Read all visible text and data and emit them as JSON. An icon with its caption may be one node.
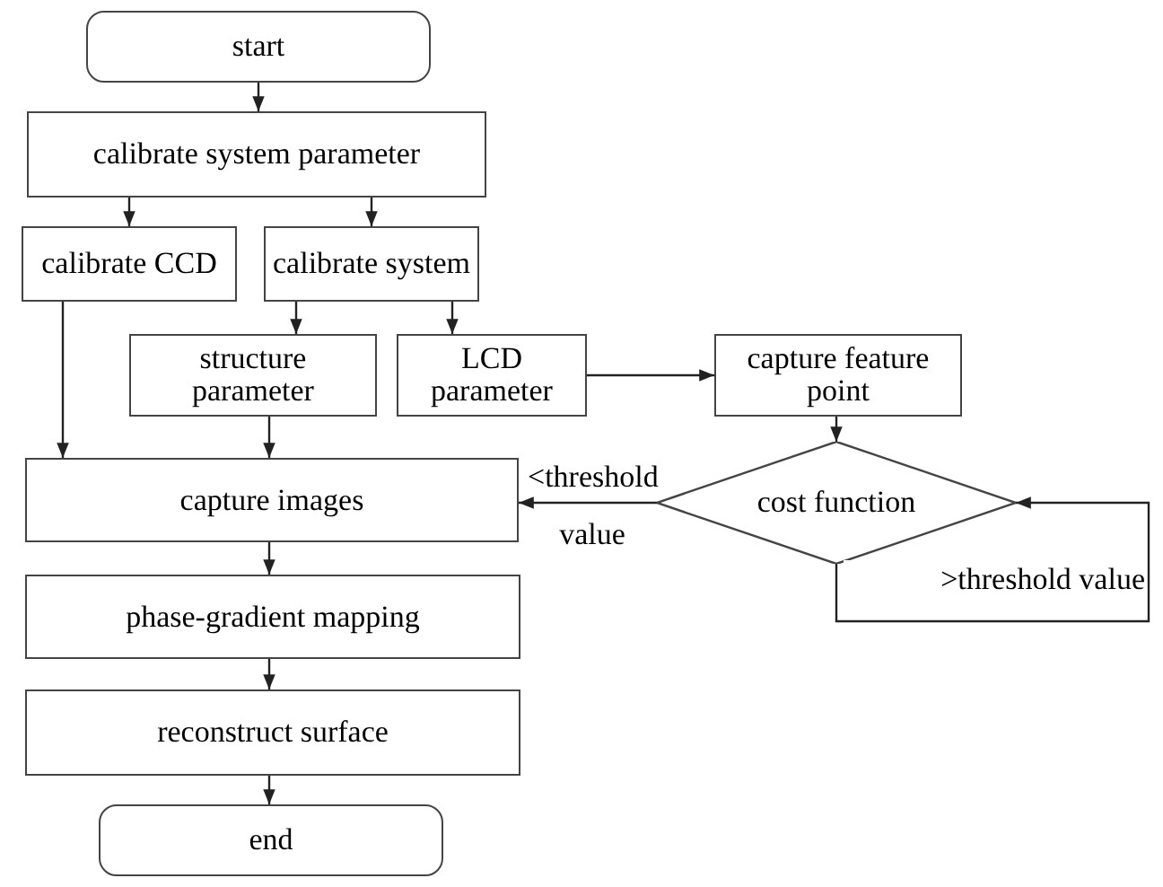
{
  "diagram": {
    "nodes": [
      {
        "text": [
          "start"
        ]
      },
      {
        "text": [
          "calibrate system parameter"
        ]
      },
      {
        "text": [
          "calibrate CCD"
        ]
      },
      {
        "text": [
          "calibrate system"
        ]
      },
      {
        "text": [
          "structure parameter"
        ]
      },
      {
        "text": [
          "LCD parameter"
        ]
      },
      {
        "text": [
          "capture feature point"
        ]
      },
      {
        "text": [
          "cost function"
        ]
      },
      {
        "text": [
          "capture images"
        ]
      },
      {
        "text": [
          "phase-gradient mapping"
        ]
      },
      {
        "text": [
          "reconstruct surface"
        ]
      },
      {
        "text": [
          "end"
        ]
      }
    ],
    "edges": [
      {
        "from": 0,
        "to": 1,
        "arrow": "to"
      },
      {
        "from": 1,
        "to": 2,
        "arrow": "to"
      },
      {
        "from": 1,
        "to": 3,
        "arrow": "to"
      },
      {
        "from": 3,
        "to": 4,
        "arrow": "to"
      },
      {
        "from": 3,
        "to": 5,
        "arrow": "to"
      },
      {
        "from": 2,
        "to": 8,
        "arrow": "to"
      },
      {
        "from": 4,
        "to": 8,
        "arrow": "to"
      },
      {
        "from": 5,
        "to": 6,
        "arrow": "to"
      },
      {
        "from": 6,
        "to": 7,
        "arrow": "to"
      },
      {
        "from": 7,
        "to": 8,
        "label": "<threshold value",
        "arrow": "to"
      },
      {
        "from": 7,
        "to": 7,
        "label": ">threshold value",
        "arrow": "to"
      },
      {
        "from": 8,
        "to": 9,
        "arrow": "to"
      },
      {
        "from": 9,
        "to": 10,
        "arrow": "to"
      },
      {
        "from": 10,
        "to": 11,
        "arrow": "to"
      }
    ]
  }
}
